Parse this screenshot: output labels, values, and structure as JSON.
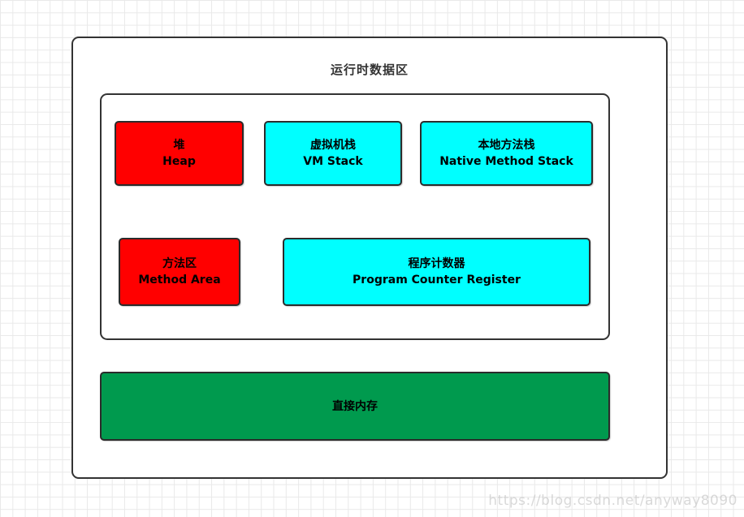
{
  "diagram": {
    "title": "运行时数据区",
    "group_boxes": [
      {
        "id": "heap",
        "zh": "堆",
        "en": "Heap",
        "fill": "#ff0000"
      },
      {
        "id": "vm-stack",
        "zh": "虚拟机栈",
        "en": "VM Stack",
        "fill": "#00ffff"
      },
      {
        "id": "native-method-stack",
        "zh": "本地方法栈",
        "en": "Native Method Stack",
        "fill": "#00ffff"
      },
      {
        "id": "method-area",
        "zh": "方法区",
        "en": "Method Area",
        "fill": "#ff0000"
      },
      {
        "id": "program-counter",
        "zh": "程序计数器",
        "en": "Program Counter Register",
        "fill": "#00ffff"
      }
    ],
    "direct_memory": {
      "zh": "直接内存",
      "fill": "#009a4e"
    },
    "colors": {
      "red": "#ff0000",
      "cyan": "#00ffff",
      "green": "#009a4e",
      "border": "#333333",
      "grid_line": "#e9e9e9",
      "background": "#ffffff"
    }
  },
  "watermark": "https://blog.csdn.net/anyway8090"
}
